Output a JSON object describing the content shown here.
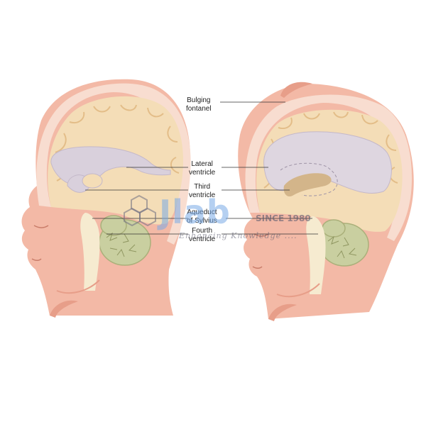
{
  "labels": {
    "bulging_fontanel": [
      "Bulging",
      "fontanel"
    ],
    "lateral_ventricle": [
      "Lateral",
      "ventricle"
    ],
    "third_ventricle": [
      "Third",
      "ventricle"
    ],
    "aqueduct": [
      "Aqueduct",
      "of Sylvius"
    ],
    "fourth_ventricle": [
      "Fourth",
      "ventricle"
    ]
  },
  "watermark": {
    "brand": "Jlab",
    "since": "SINCE 1980",
    "tagline": "Enhancing Knowledge ...."
  },
  "colors": {
    "skin": "#f3b9a6",
    "skin_shadow": "#e79e89",
    "skull": "#f8ddd0",
    "brain": "#f4ddb7",
    "brain_fold": "#e8c590",
    "ventricle": "#d9d0dc",
    "cerebellum": "#c9cfa0",
    "spine": "#f6ebd0"
  }
}
